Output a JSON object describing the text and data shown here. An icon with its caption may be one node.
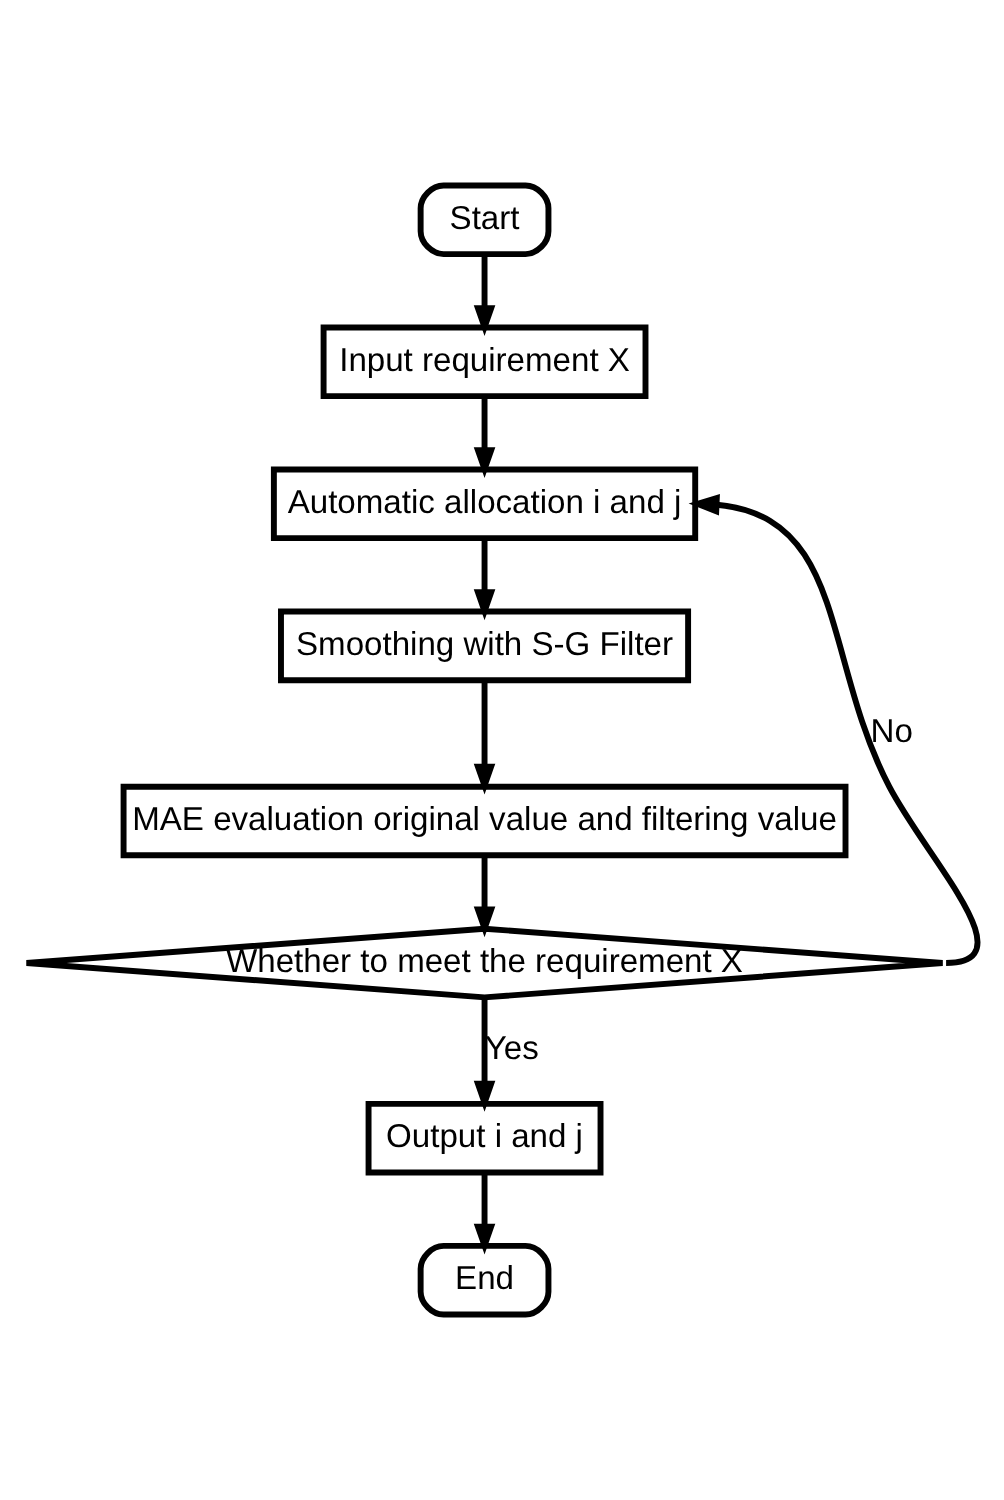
{
  "diagram": {
    "nodes": [
      {
        "text": [
          "Start"
        ]
      },
      {
        "text": [
          "Input requirement X"
        ]
      },
      {
        "text": [
          "Automatic allocation i and j"
        ]
      },
      {
        "text": [
          "Smoothing with S-G Filter"
        ]
      },
      {
        "text": [
          "MAE evaluation original value and filtering value"
        ]
      },
      {
        "text": [
          "Whether to meet the requirement X"
        ]
      },
      {
        "text": [
          "Output i and j"
        ]
      },
      {
        "text": [
          "End"
        ]
      }
    ],
    "edges": [
      {
        "from": 0,
        "to": 1,
        "arrow": "to"
      },
      {
        "from": 1,
        "to": 2,
        "arrow": "to"
      },
      {
        "from": 2,
        "to": 3,
        "arrow": "to"
      },
      {
        "from": 3,
        "to": 4,
        "arrow": "to"
      },
      {
        "from": 4,
        "to": 5,
        "arrow": "to"
      },
      {
        "from": 5,
        "to": 6,
        "arrow": "to",
        "label": "Yes"
      },
      {
        "from": 6,
        "to": 7,
        "arrow": "to"
      },
      {
        "from": 5,
        "to": 2,
        "arrow": "to",
        "label": "No"
      }
    ]
  }
}
